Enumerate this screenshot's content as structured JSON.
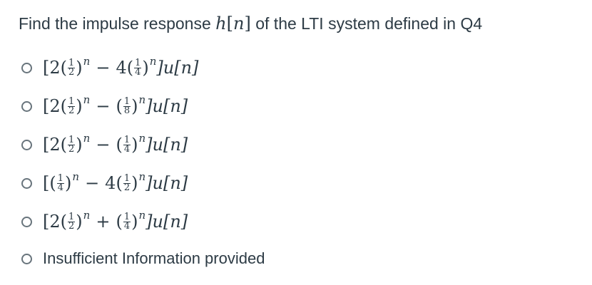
{
  "question": {
    "prefix": "Find the impulse response ",
    "h": "h",
    "lb": "[",
    "n": "n",
    "rb": "]",
    "suffix": " of the LTI system defined in Q4"
  },
  "options": [
    {
      "lead": "[2(",
      "n1": "1",
      "d1": "2",
      "close1": ")",
      "exp1": "n",
      "op": "−",
      "mid": "4(",
      "n2": "1",
      "d2": "4",
      "close2": ")",
      "exp2": "n",
      "tail": "]u[n]"
    },
    {
      "lead": "[2(",
      "n1": "1",
      "d1": "2",
      "close1": ")",
      "exp1": "n",
      "op": "−",
      "mid": "(",
      "n2": "1",
      "d2": "8",
      "close2": ")",
      "exp2": "n",
      "tail": "]u[n]"
    },
    {
      "lead": "[2(",
      "n1": "1",
      "d1": "2",
      "close1": ")",
      "exp1": "n",
      "op": "−",
      "mid": "(",
      "n2": "1",
      "d2": "4",
      "close2": ")",
      "exp2": "n",
      "tail": "]u[n]"
    },
    {
      "lead": "[(",
      "n1": "1",
      "d1": "4",
      "close1": ")",
      "exp1": "n",
      "op": "−",
      "mid": "4(",
      "n2": "1",
      "d2": "2",
      "close2": ")",
      "exp2": "n",
      "tail": "]u[n]"
    },
    {
      "lead": "[2(",
      "n1": "1",
      "d1": "2",
      "close1": ")",
      "exp1": "n",
      "op": "+",
      "mid": "(",
      "n2": "1",
      "d2": "4",
      "close2": ")",
      "exp2": "n",
      "tail": "]u[n]"
    }
  ],
  "last_option": "Insufficient Information provided"
}
